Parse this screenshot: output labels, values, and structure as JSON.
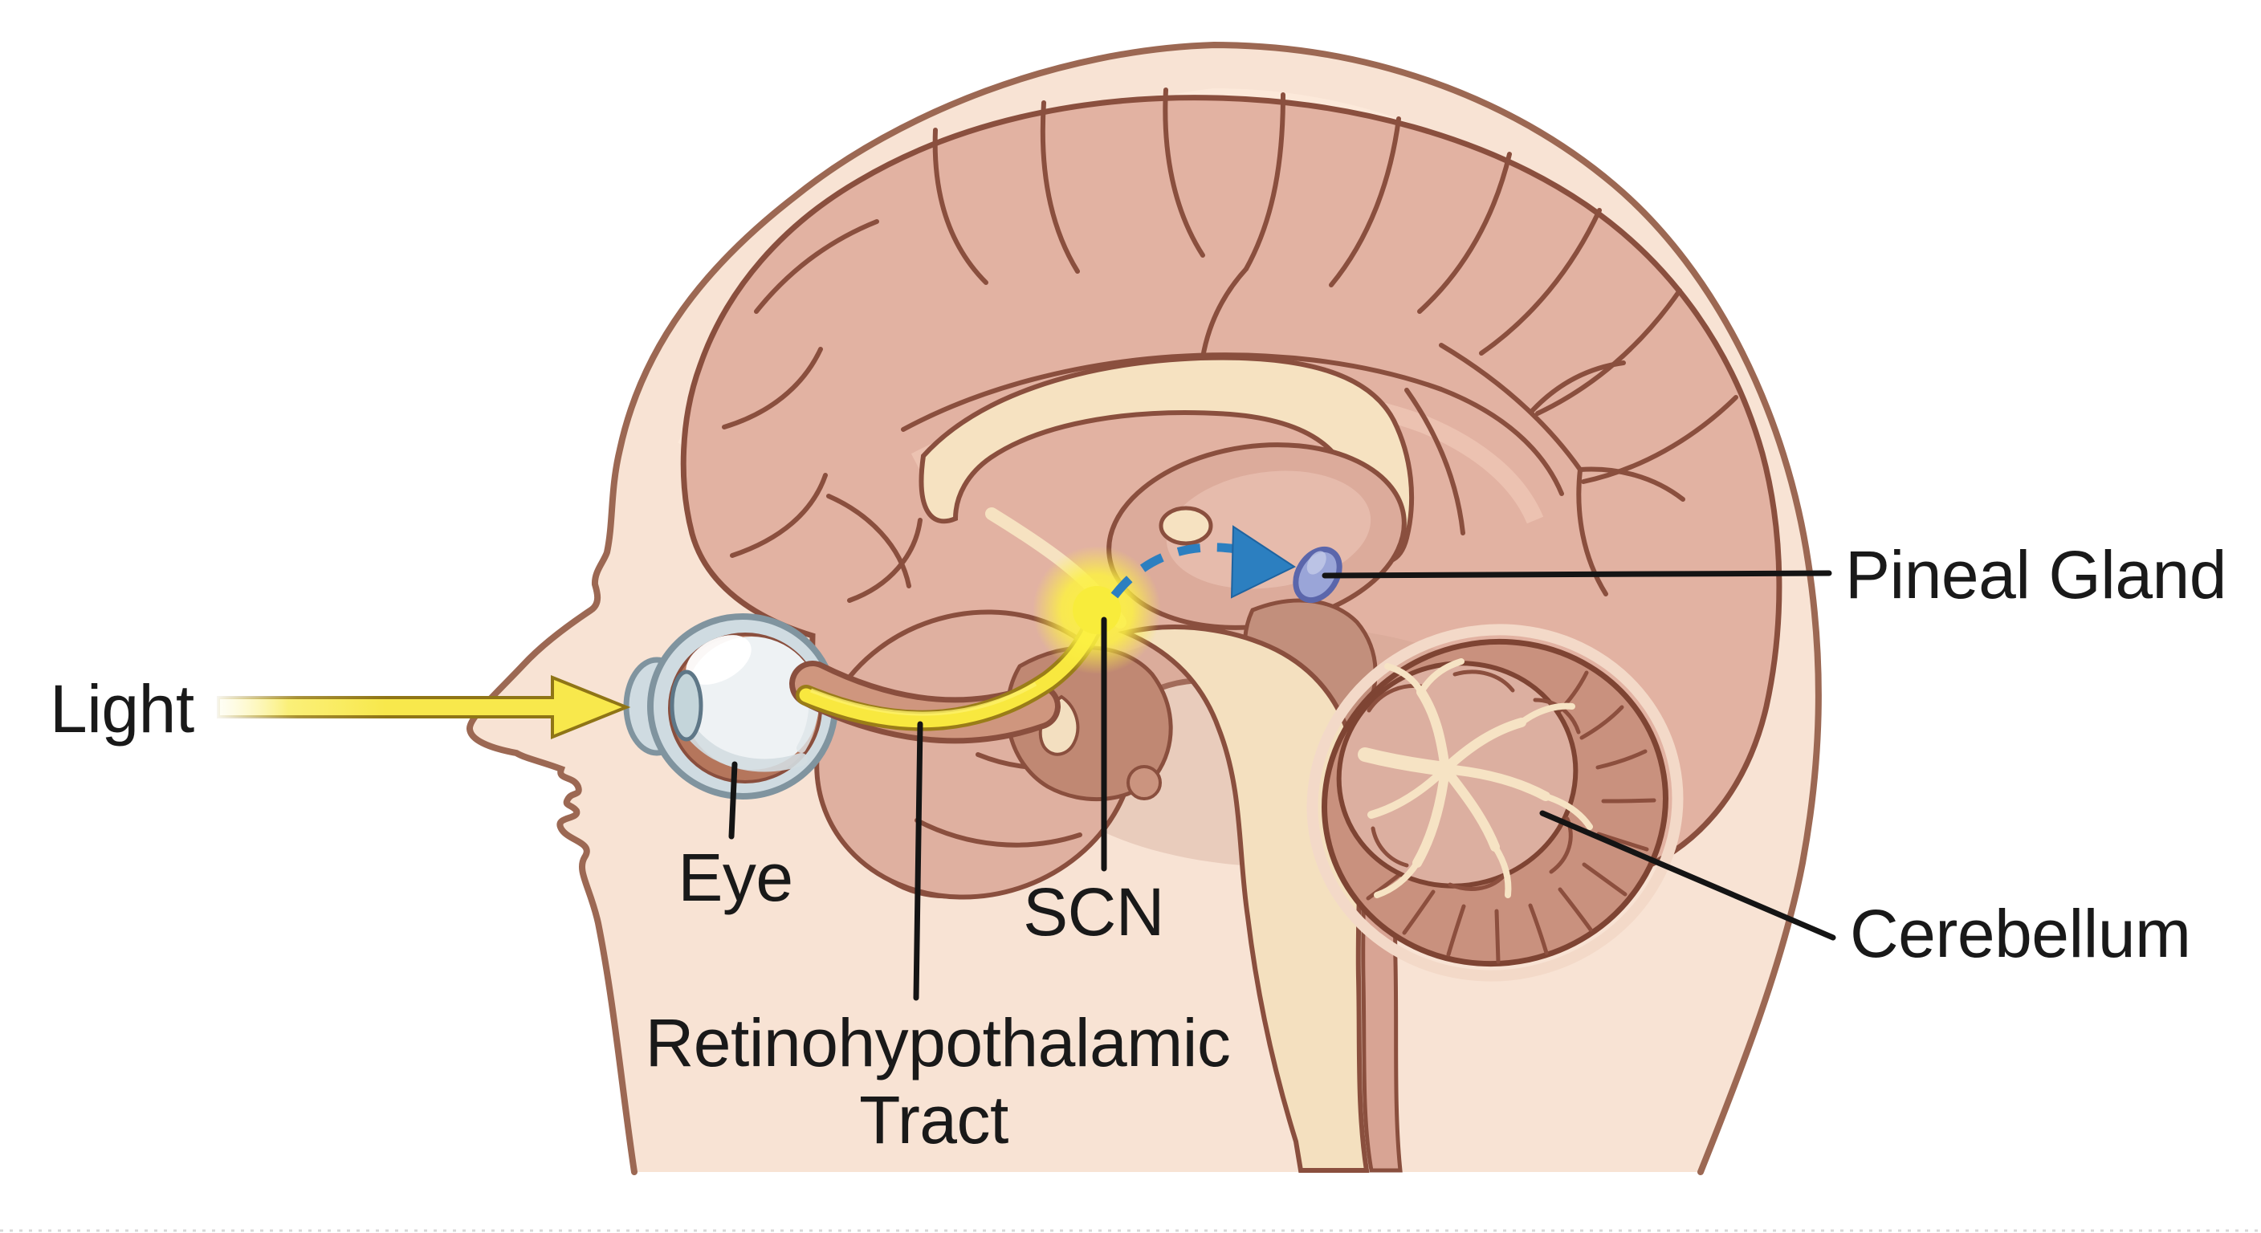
{
  "figure": {
    "labels": {
      "light": "Light",
      "eye": "Eye",
      "scn": "SCN",
      "retinohypothalamic_tract": [
        "Retinohypothalamic",
        "Tract"
      ],
      "pineal_gland": "Pineal Gland",
      "cerebellum": "Cerebellum"
    },
    "colors": {
      "background": "#ffffff",
      "skin": "#f8e3d4",
      "skin_outline": "#9c6853",
      "brain": "#e2b2a2",
      "brain_outline": "#8a4f3e",
      "corpus_callosum": "#f6e2c1",
      "brainstem": "#f4e0bf",
      "cerebellum_outer": "#c9917e",
      "cerebellum_inner": "#dcafa0",
      "arbor_vitae": "#f6e3c4",
      "eye_sclera": "#cfdbe1",
      "eye_vitreous": "#eef2f4",
      "light_arrow_yellow": "#f8e84c",
      "optic_tract_yellow": "#f8e83f",
      "scn_glow_yellow": "#fcf143",
      "melatonin_arrow_blue": "#2c7fc0",
      "pineal_fill": "#9aa5d8",
      "pineal_outline": "#5b66ab",
      "label_text": "#191919",
      "leader_line": "#141414"
    }
  }
}
